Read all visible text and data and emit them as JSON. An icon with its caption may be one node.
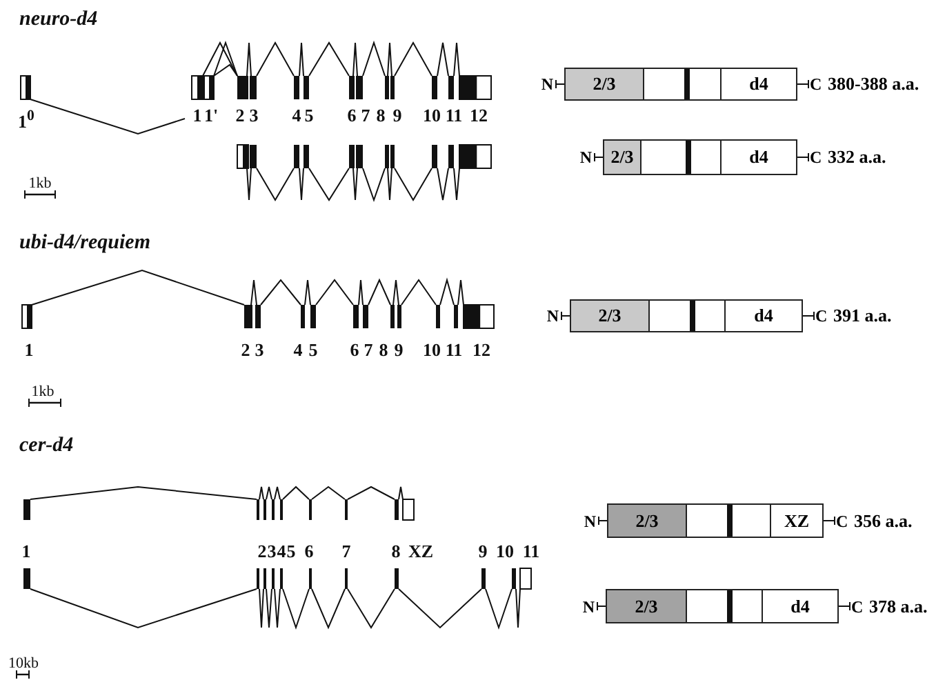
{
  "diagram": {
    "nodes": [
      {
        "text": [
          "2/3",
          "d4"
        ],
        "beside": [
          "N",
          "C",
          "380-388 a.a."
        ]
      },
      {
        "text": [
          "2/3",
          "d4"
        ],
        "beside": [
          "N",
          "C",
          "332 a.a."
        ]
      },
      {
        "text": [
          "2/3",
          "d4"
        ],
        "beside": [
          "N",
          "C",
          "391 a.a."
        ]
      },
      {
        "text": [
          "2/3",
          "XZ"
        ],
        "beside": [
          "N",
          "C",
          "356 a.a."
        ]
      },
      {
        "text": [
          "2/3",
          "d4"
        ],
        "beside": [
          "N",
          "C",
          "378 a.a."
        ]
      }
    ],
    "labels": [
      "neuro-d4",
      "1$^{0}$",
      "1",
      "1'",
      "2",
      "3",
      "4",
      "5",
      "6",
      "7",
      "8",
      "9",
      "10",
      "11",
      "12",
      "1kb",
      "ubi-d4/requiem",
      "1",
      "2",
      "3",
      "4",
      "5",
      "6",
      "7",
      "8",
      "9",
      "10",
      "11",
      "12",
      "1kb",
      "cer-d4",
      "1",
      "2",
      "3",
      "4",
      "5",
      "6",
      "7",
      "8",
      "XZ",
      "9",
      "10",
      "11",
      "10kb"
    ]
  }
}
